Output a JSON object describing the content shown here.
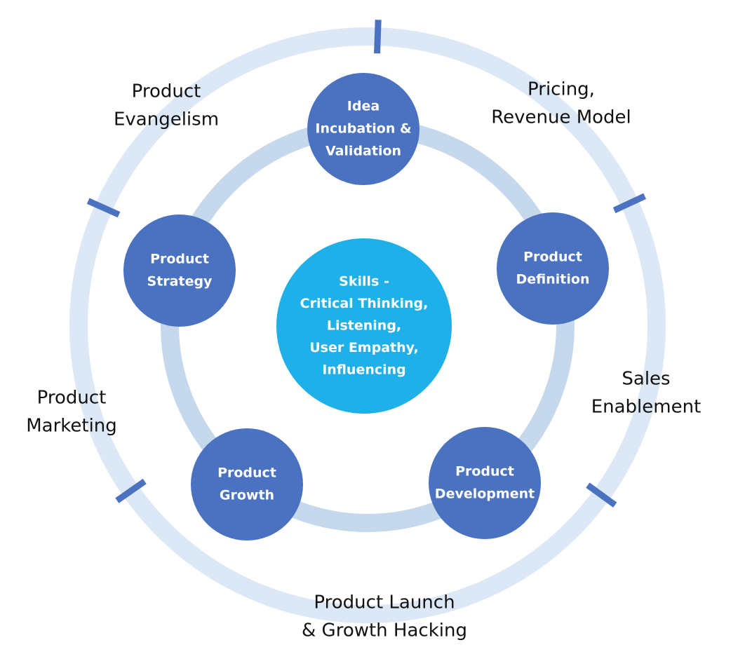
{
  "colors": {
    "outer_ring": "#dce8f5",
    "inner_ring": "#c5d8ec",
    "tick": "#4a72c0",
    "node": "#4a72c0",
    "center": "#1fb0ea",
    "node_text": "#ffffff",
    "outer_text": "#111111"
  },
  "center": {
    "lines": [
      "Skills -",
      "Critical Thinking,",
      "Listening,",
      "User Empathy,",
      "Influencing"
    ]
  },
  "nodes": [
    {
      "id": "idea-incubation",
      "lines": [
        "Idea",
        "Incubation &",
        "Validation"
      ]
    },
    {
      "id": "product-definition",
      "lines": [
        "Product",
        "Definition"
      ]
    },
    {
      "id": "product-development",
      "lines": [
        "Product",
        "Development"
      ]
    },
    {
      "id": "product-growth",
      "lines": [
        "Product",
        "Growth"
      ]
    },
    {
      "id": "product-strategy",
      "lines": [
        "Product",
        "Strategy"
      ]
    }
  ],
  "outer_labels": [
    {
      "id": "product-evangelism",
      "lines": [
        "Product",
        "Evangelism"
      ]
    },
    {
      "id": "pricing-revenue-model",
      "lines": [
        "Pricing,",
        "Revenue Model"
      ]
    },
    {
      "id": "sales-enablement",
      "lines": [
        "Sales",
        "Enablement"
      ]
    },
    {
      "id": "product-launch-growth-hacking",
      "lines": [
        "Product Launch",
        "& Growth Hacking"
      ]
    },
    {
      "id": "product-marketing",
      "lines": [
        "Product",
        "Marketing"
      ]
    }
  ]
}
